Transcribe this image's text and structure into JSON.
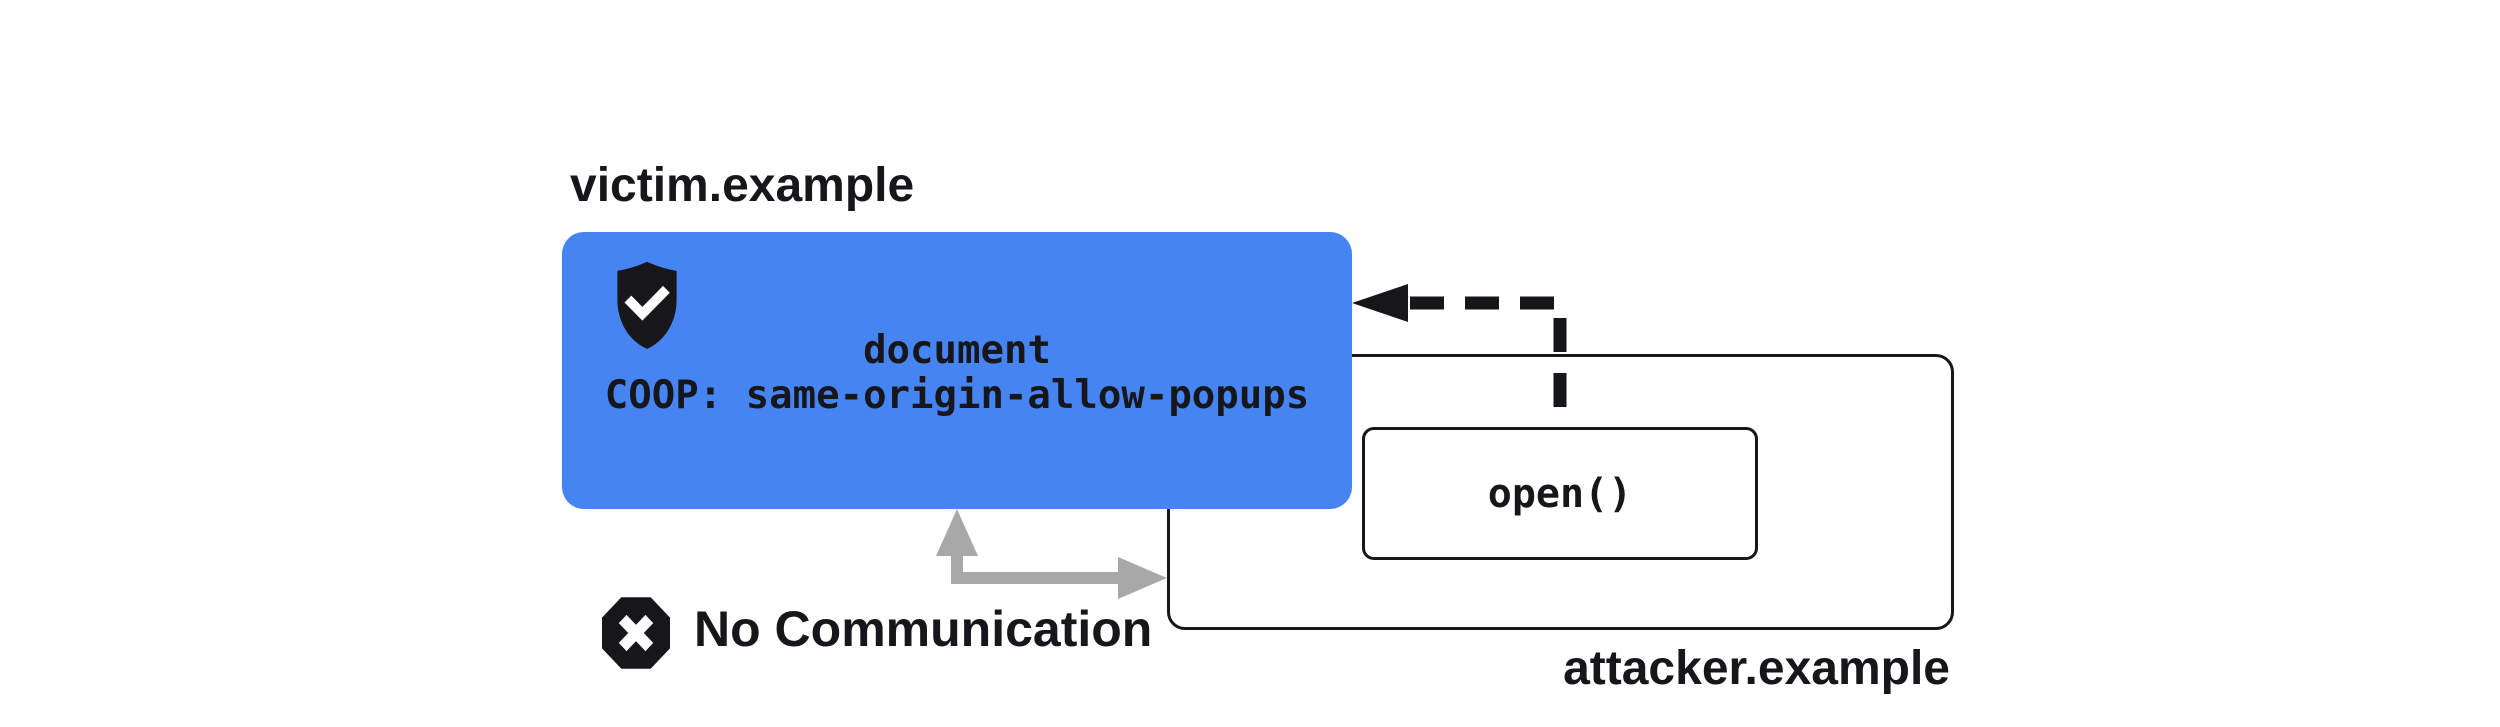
{
  "victim": {
    "domain_label": "victim.example",
    "doc_line1": "document",
    "doc_line2": "COOP: same-origin-allow-popups"
  },
  "attacker": {
    "domain_label": "attacker.example",
    "open_call": "open()"
  },
  "status": {
    "no_communication": "No Communication"
  },
  "icons": {
    "shield": "shield-check-icon",
    "blocked": "octagon-x-icon",
    "popup_arrow": "dashed-popup-open-arrow",
    "blocked_arrow": "no-communication-arrow"
  },
  "colors": {
    "victim_blue": "#4684F2",
    "ink": "#17171b",
    "arrow_gray": "#A8A8A8",
    "background": "#FFFFFF"
  }
}
